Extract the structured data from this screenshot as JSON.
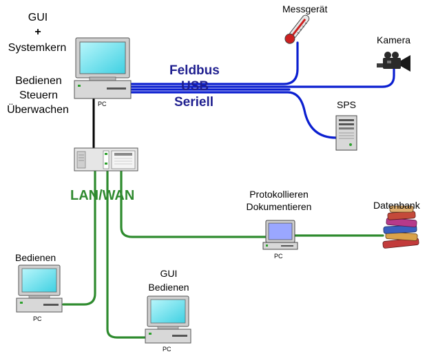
{
  "labels": {
    "gui": "GUI",
    "plus": "+",
    "systemkern": "Systemkern",
    "bedienen_main": "Bedienen",
    "steuern": "Steuern",
    "ueberwachen": "Überwachen",
    "messgeraet": "Messgerät",
    "kamera": "Kamera",
    "sps": "SPS",
    "protokollieren": "Protokollieren",
    "dokumentieren": "Dokumentieren",
    "datenbank": "Datenbank",
    "bedienen_left": "Bedienen",
    "gui_bottom": "GUI",
    "bedienen_bottom": "Bedienen",
    "pc_main": "PC",
    "pc_protokoll": "PC",
    "pc_left": "PC",
    "pc_bottom": "PC"
  },
  "bus": {
    "feldbus": "Feldbus",
    "usb": "USB",
    "seriell": "Seriell"
  },
  "network": {
    "lan_wan": "LAN/WAN"
  },
  "colors": {
    "bus_line": "#0b1fd0",
    "bus_text": "#1f1f8f",
    "lan_line": "#2e8b2e",
    "lan_text": "#2f8a2f",
    "screen": "#7fe7f2"
  }
}
